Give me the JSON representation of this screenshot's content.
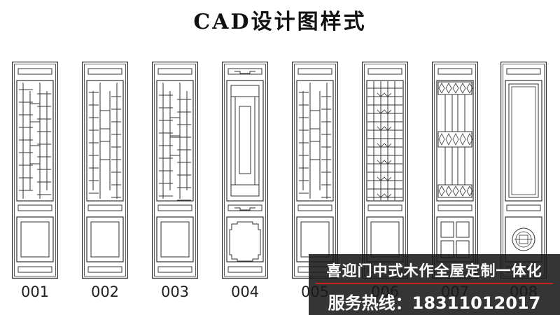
{
  "title": "CAD设计图样式",
  "panels": [
    {
      "code": "001",
      "pattern": "geometric-lattice"
    },
    {
      "code": "002",
      "pattern": "geometric-lattice"
    },
    {
      "code": "003",
      "pattern": "geometric-lattice"
    },
    {
      "code": "004",
      "pattern": "frame-inset"
    },
    {
      "code": "005",
      "pattern": "geometric-lattice"
    },
    {
      "code": "006",
      "pattern": "grid-lattice"
    },
    {
      "code": "007",
      "pattern": "vertical-bars"
    },
    {
      "code": "008",
      "pattern": "open-frame"
    }
  ],
  "banner": {
    "slogan": "喜迎门中式木作全屋定制一体化",
    "hotline": "服务热线：18311012017",
    "rule_color": "#cc1e1e"
  }
}
